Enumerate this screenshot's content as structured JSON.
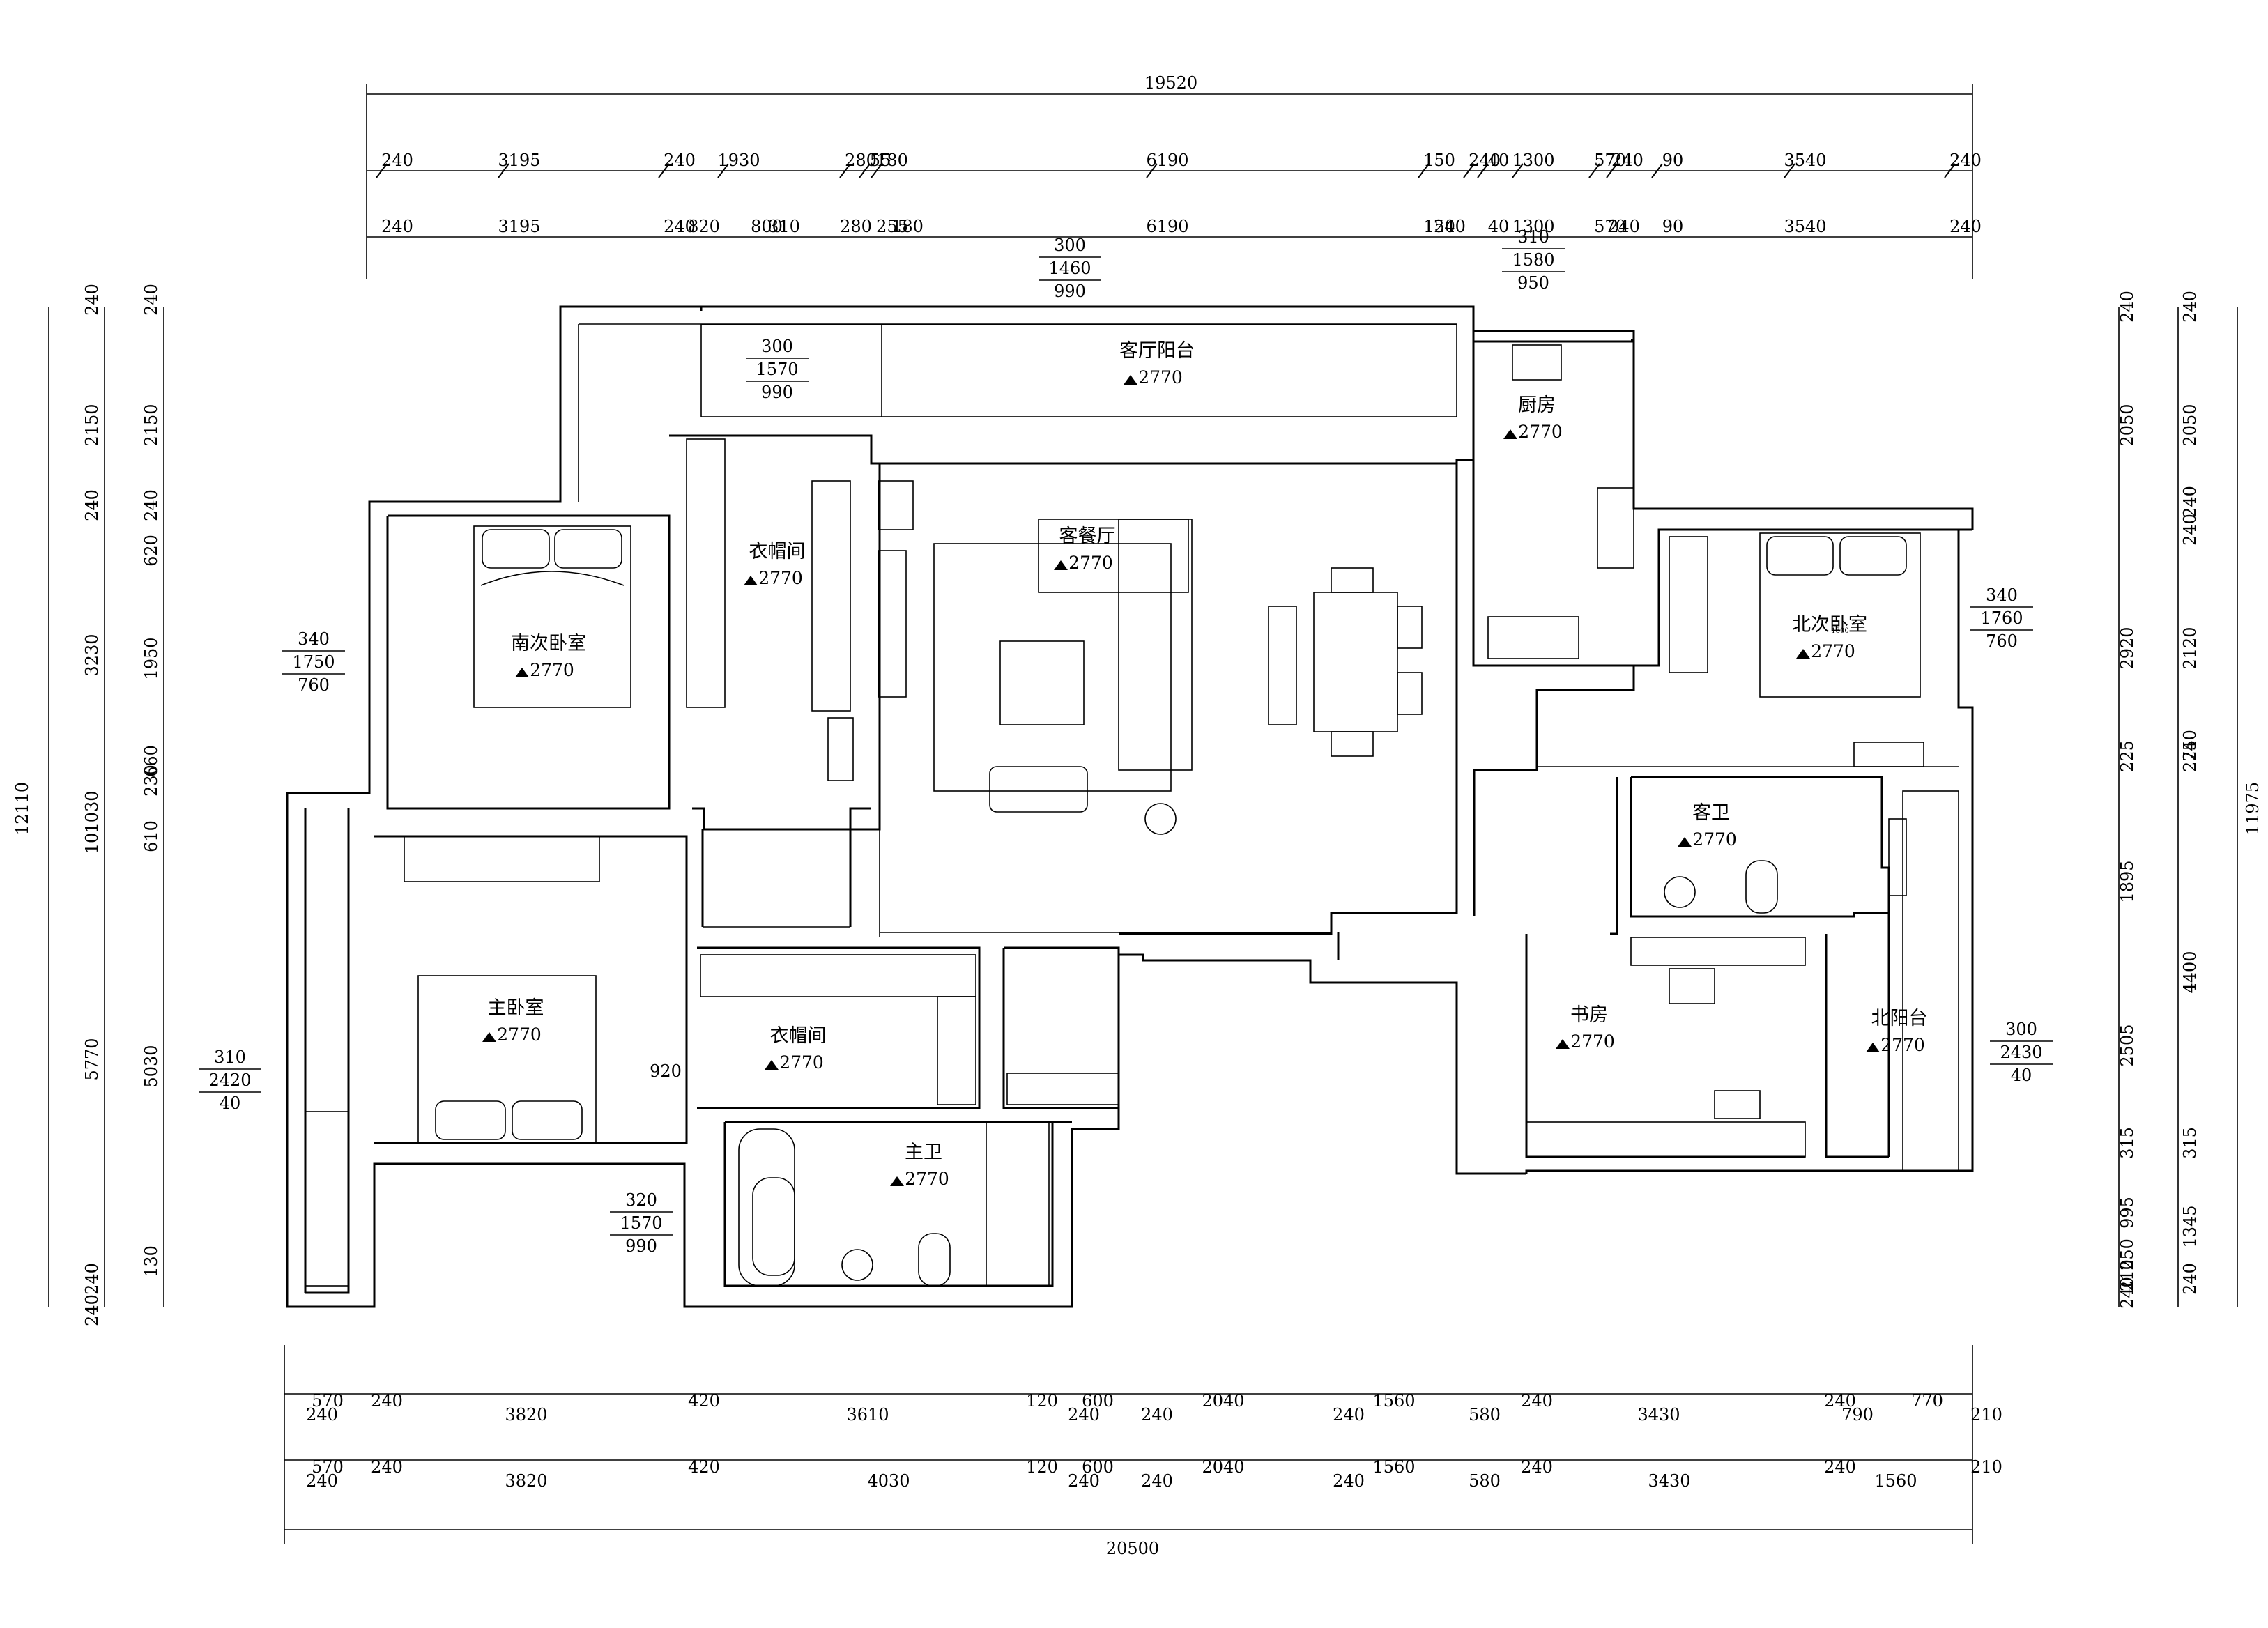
{
  "rooms": [
    {
      "id": "living_balcony",
      "name": "客厅阳台",
      "height": "2770"
    },
    {
      "id": "kitchen",
      "name": "厨房",
      "height": "2770"
    },
    {
      "id": "wardrobe_north",
      "name": "衣帽间",
      "height": "2770"
    },
    {
      "id": "south_bedroom",
      "name": "南次卧室",
      "height": "2770"
    },
    {
      "id": "living_dining",
      "name": "客餐厅",
      "height": "2770"
    },
    {
      "id": "north_bedroom",
      "name": "北次卧室",
      "height": "2770"
    },
    {
      "id": "guest_bath",
      "name": "客卫",
      "height": "2770"
    },
    {
      "id": "master_bedroom",
      "name": "主卧室",
      "height": "2770"
    },
    {
      "id": "wardrobe_master",
      "name": "衣帽间",
      "height": "2770"
    },
    {
      "id": "study",
      "name": "书房",
      "height": "2770"
    },
    {
      "id": "north_balcony",
      "name": "北阳台",
      "height": "2770"
    },
    {
      "id": "master_bath",
      "name": "主卫",
      "height": "2770"
    }
  ],
  "window_labels": [
    {
      "id": "w_top_left",
      "lines": [
        "300",
        "1460",
        "990"
      ]
    },
    {
      "id": "w_balcony",
      "lines": [
        "300",
        "1570",
        "990"
      ]
    },
    {
      "id": "w_kitchen",
      "lines": [
        "310",
        "1580",
        "950"
      ]
    },
    {
      "id": "w_south_bed",
      "lines": [
        "340",
        "1750",
        "760"
      ]
    },
    {
      "id": "w_north_bed",
      "lines": [
        "340",
        "1760",
        "760"
      ]
    },
    {
      "id": "w_master_bed",
      "lines": [
        "310",
        "2420",
        "40"
      ]
    },
    {
      "id": "w_north_bal",
      "lines": [
        "300",
        "2430",
        "40"
      ]
    },
    {
      "id": "w_master_bath",
      "lines": [
        "320",
        "1570",
        "990"
      ]
    }
  ],
  "dims": {
    "top_total": "19520",
    "top_row1": [
      "240",
      "3195",
      "240",
      "1930",
      "280",
      "55",
      "180",
      "6190",
      "150",
      "240",
      "40",
      "1300",
      "570",
      "240",
      "90",
      "3540",
      "240"
    ],
    "top_row2": [
      "240",
      "3195",
      "240",
      "820",
      "800",
      "310",
      "280",
      "255",
      "180",
      "6190",
      "150",
      "240",
      "40",
      "1300",
      "570",
      "240",
      "90",
      "3540",
      "240"
    ],
    "bottom_row1": [
      "570",
      "240",
      "240",
      "3820",
      "420",
      "3610",
      "120",
      "240",
      "600",
      "240",
      "2040",
      "240",
      "1560",
      "580",
      "240",
      "3430",
      "240",
      "790",
      "770",
      "210"
    ],
    "bottom_row2": [
      "570",
      "240",
      "240",
      "3820",
      "420",
      "4030",
      "120",
      "240",
      "600",
      "240",
      "2040",
      "240",
      "1560",
      "580",
      "240",
      "3430",
      "240",
      "1560",
      "210"
    ],
    "bottom_total": "20500",
    "left_outer": [
      "240",
      "2150",
      "240",
      "3230",
      "1030",
      "10",
      "5770",
      "240",
      "240",
      "12110"
    ],
    "left_inner": [
      "240",
      "2150",
      "240",
      "620",
      "1950",
      "230",
      "660",
      "610",
      "5030",
      "130"
    ],
    "right_outer": [
      "240",
      "2050",
      "2920",
      "225",
      "1895",
      "2505",
      "315",
      "995",
      "250",
      "210",
      "240",
      "11975"
    ],
    "right_inner": [
      "240",
      "2050",
      "240",
      "240",
      "2120",
      "740",
      "225",
      "4400",
      "315",
      "1345",
      "240"
    ],
    "bed_width": "920",
    "small_label": "1800"
  }
}
